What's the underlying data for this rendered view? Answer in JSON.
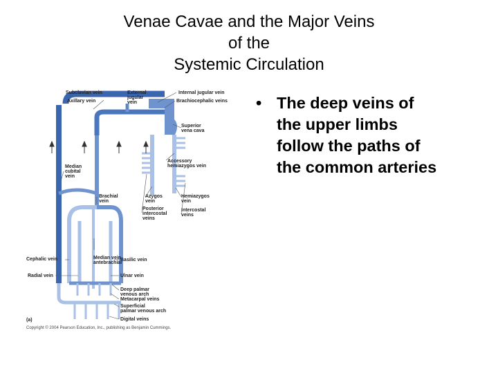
{
  "slide": {
    "title_lines": [
      "Venae Cavae and the Major Veins",
      "of the",
      "Systemic Circulation"
    ],
    "bullet_symbol": "•",
    "bullet_lines": [
      "The deep veins of",
      "the upper limbs",
      "follow the paths of",
      "the common arteries"
    ]
  },
  "diagram": {
    "colors": {
      "vein_dark": "#3a66b0",
      "vein_mid": "#6e93cf",
      "vein_light": "#a9c1e6",
      "leader": "#555555"
    },
    "labels": {
      "subclavian": [
        "Subclavian vein"
      ],
      "axillary": [
        "Axillary vein"
      ],
      "external_jugular": [
        "External",
        "jugular",
        "vein"
      ],
      "internal_jugular": [
        "Internal jugular vein"
      ],
      "brachiocephalic": [
        "Brachiocephalic veins"
      ],
      "superior_vena_cava": [
        "Superior",
        "vena cava"
      ],
      "accessory_hemiazygos": [
        "Accessory",
        "hemiazygos vein"
      ],
      "median_cubital": [
        "Median",
        "cubital",
        "vein"
      ],
      "brachial": [
        "Brachial",
        "vein"
      ],
      "azygos": [
        "Azygos",
        "vein"
      ],
      "hemiazygos": [
        "Hemiazygos",
        "vein"
      ],
      "posterior_intercostal": [
        "Posterior",
        "intercostal",
        "veins"
      ],
      "intercostal": [
        "Intercostal",
        "veins"
      ],
      "cephalic": [
        "Cephalic vein"
      ],
      "median_antebrachial": [
        "Median vein",
        "antebrachial"
      ],
      "basilic": [
        "Basilic vein"
      ],
      "radial": [
        "Radial vein"
      ],
      "ulnar": [
        "Ulnar vein"
      ],
      "deep_palmar": [
        "Deep palmar",
        "venous arch"
      ],
      "metacarpal": [
        "Metacarpal veins"
      ],
      "superficial_palmar": [
        "Superficial",
        "palmar venous arch"
      ],
      "digital": [
        "Digital veins"
      ],
      "panel": [
        "(a)"
      ],
      "copyright": [
        "Copyright © 2004 Pearson Education, Inc., publishing as Benjamin Cummings."
      ]
    }
  }
}
